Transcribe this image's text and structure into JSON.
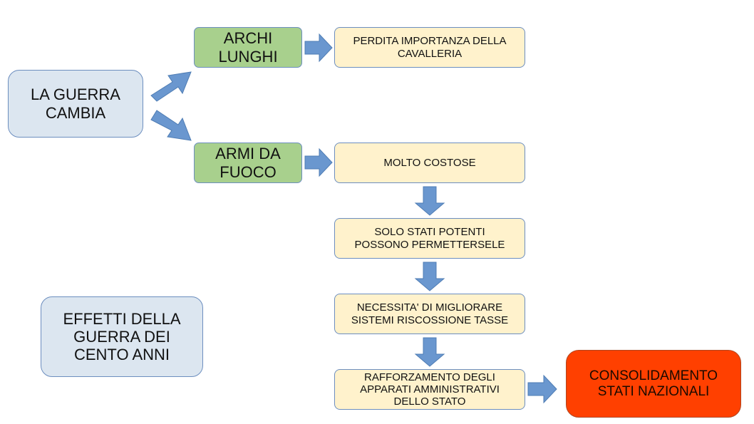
{
  "nodes": {
    "la_guerra_cambia": "LA GUERRA\nCAMBIA",
    "archi_lunghi": "ARCHI\nLUNGHI",
    "armi_da_fuoco": "ARMI DA\nFUOCO",
    "perdita_cavalleria": "PERDITA IMPORTANZA DELLA\nCAVALLERIA",
    "molto_costose": "MOLTO COSTOSE",
    "solo_stati_potenti": "SOLO STATI POTENTI\nPOSSONO PERMETTERSELE",
    "necessita_tasse": "NECESSITA' DI MIGLIORARE\nSISTEMI RISCOSSIONE TASSE",
    "rafforzamento": "RAFFORZAMENTO DEGLI\nAPPARATI AMMINISTRATIVI\nDELLO STATO",
    "consolidamento": "CONSOLIDAMENTO\nSTATI NAZIONALI",
    "effetti": "EFFETTI DELLA\nGUERRA DEI\nCENTO ANNI"
  },
  "colors": {
    "blue_box": "#dce6f0",
    "green_box": "#a8d08d",
    "yellow_box": "#fff2cc",
    "red_box": "#ff4000",
    "arrow": "#6a97cf"
  }
}
